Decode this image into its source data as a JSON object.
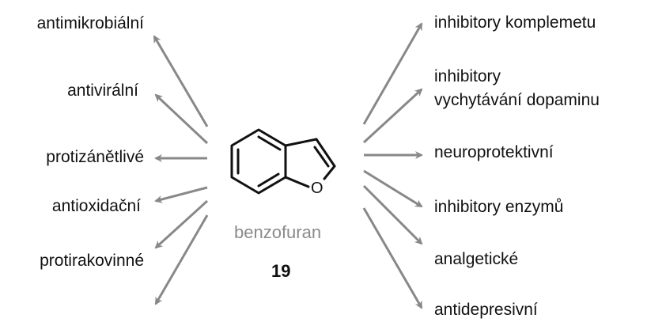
{
  "compound": {
    "name": "benzofuran",
    "number": "19",
    "heteroatom": "O"
  },
  "activities_left": [
    "antimikrobiální",
    "antivirální",
    "protizánětlivé",
    "antioxidační",
    "protirakovinné"
  ],
  "activities_right": [
    "inhibitory komplemetu",
    "inhibitory",
    "vychytávání dopaminu",
    "neuroprotektivní",
    "inhibitory enzymů",
    "analgetické",
    "antidepresivní"
  ],
  "colors": {
    "arrow": "#888888",
    "text": "#111111",
    "compound_name": "#8a8a8a"
  }
}
